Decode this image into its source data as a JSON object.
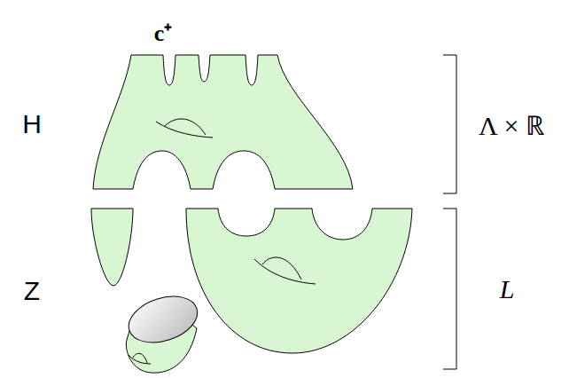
{
  "diagram": {
    "labels": [
      "c⁺",
      "H",
      "Z",
      "Λ × ℝ",
      "L"
    ]
  }
}
